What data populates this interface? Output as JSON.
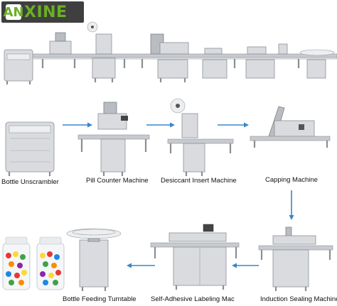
{
  "brand": {
    "logo_text": "XINE",
    "logo_mark": "AN",
    "colors": {
      "logo_bg": "#3f3f3f",
      "logo_green": "#6ab023",
      "arrow": "#3a86c8"
    }
  },
  "stations": [
    {
      "id": "bottle-unscrambler",
      "label": "Bottle Unscrambler"
    },
    {
      "id": "pill-counter",
      "label": "Pill Counter Machine"
    },
    {
      "id": "desiccant-insert",
      "label": "Desiccant Insert Machine"
    },
    {
      "id": "capping",
      "label": "Capping Machine"
    },
    {
      "id": "induction-sealing",
      "label": "Induction Sealing Machine"
    },
    {
      "id": "self-adhesive-labeling",
      "label": "Self-Adhesive Labeling Mac"
    },
    {
      "id": "bottle-feeding-turntable",
      "label": "Bottle Feeding Turntable"
    }
  ]
}
